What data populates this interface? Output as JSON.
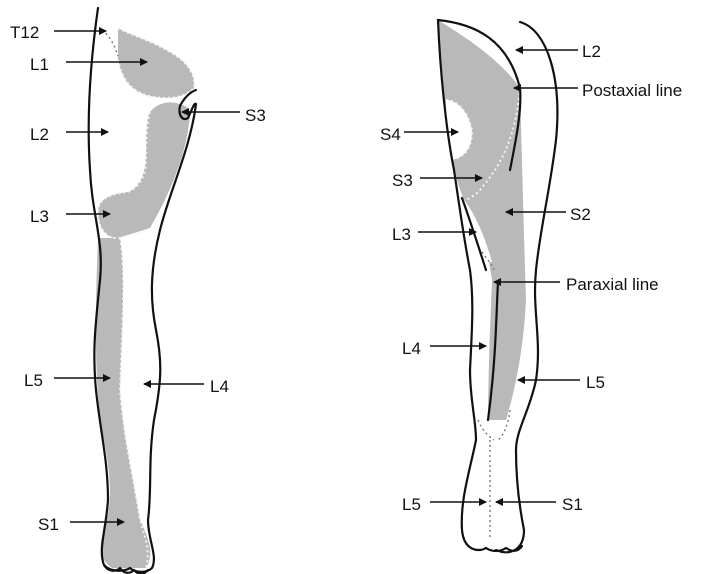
{
  "anterior_view": {
    "labels": {
      "t12": "T12",
      "l1": "L1",
      "s3": "S3",
      "l2": "L2",
      "l3": "L3",
      "l5": "L5",
      "l4": "L4",
      "s1": "S1"
    }
  },
  "posterior_view": {
    "labels": {
      "l2": "L2",
      "postaxial_line": "Postaxial line",
      "s4": "S4",
      "s3": "S3",
      "s2": "S2",
      "l3": "L3",
      "paraxial_line": "Paraxial line",
      "l4": "L4",
      "l5": "L5",
      "l5_foot": "L5",
      "s1": "S1"
    }
  },
  "colors": {
    "shading": "#b9b9b9",
    "outline": "#111111"
  }
}
